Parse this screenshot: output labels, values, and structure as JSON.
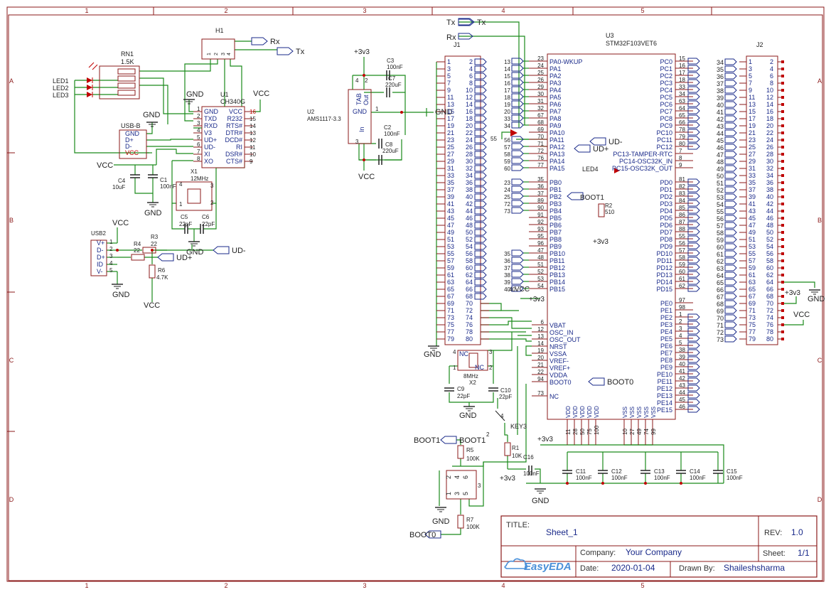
{
  "border": {
    "cols": [
      "1",
      "2",
      "3",
      "4",
      "5"
    ],
    "rows": [
      "A",
      "B",
      "C",
      "D"
    ]
  },
  "titleblock": {
    "title_label": "TITLE:",
    "title_value": "Sheet_1",
    "rev_label": "REV:",
    "rev_value": "1.0",
    "company_label": "Company:",
    "company_value": "Your Company",
    "sheet_label": "Sheet:",
    "sheet_value": "1/1",
    "date_label": "Date:",
    "date_value": "2020-01-04",
    "drawn_label": "Drawn By:",
    "drawn_value": "Shaileshsharma",
    "logo_text": "EasyEDA"
  },
  "components": {
    "h1": "H1",
    "rn1": "RN1",
    "rn1_val": "1.5K",
    "led1": "LED1",
    "led2": "LED2",
    "led3": "LED3",
    "u1": "U1",
    "u1_val": "CH340G",
    "usb_b": "USB-B",
    "usb2": "USB2",
    "x1": "X1",
    "x1_val": "12MHz",
    "c4": "C4",
    "c4_val": "10uF",
    "c1": "C1",
    "c1_val": "100nF",
    "c5": "C5",
    "c5_val": "22pF",
    "c6": "C6",
    "c6_val": "22pF",
    "r3": "R3",
    "r3_val": "22",
    "r4": "R4",
    "r4_val": "22",
    "r6": "R6",
    "r6_val": "4.7K",
    "u2": "U2",
    "u2_val": "AMS1117-3.3",
    "c3": "C3",
    "c3_val": "100nF",
    "c7": "C7",
    "c7_val": "220uF",
    "c2": "C2",
    "c2_val": "100nF",
    "c8": "C8",
    "c8_val": "220uF",
    "j1": "J1",
    "j2": "J2",
    "u3": "U3",
    "u3_val": "STM32F103VET6",
    "r2": "R2",
    "r2_val": "510",
    "x2": "X2",
    "x2_val": "8MHz",
    "c9": "C9",
    "c9_val": "22pF",
    "c10": "C10",
    "c10_val": "22pF",
    "key3": "KEY3",
    "r1": "R1",
    "r1_val": "10K",
    "c16": "C16",
    "c16_val": "100nF",
    "c11": "C11",
    "c12": "C12",
    "c13": "C13",
    "c14": "C14",
    "c15": "C15",
    "c_val": "100nF",
    "r5": "R5",
    "r5_val": "100K",
    "r7": "R7",
    "r7_val": "100K",
    "u4_tag": "3"
  },
  "nets": {
    "gnd": "GND",
    "vcc": "VCC",
    "v33": "+3v3",
    "rx": "Rx",
    "tx": "Tx",
    "udm": "UD-",
    "udp": "UD+",
    "boot0": "BOOT0",
    "boot1": "BOOT1",
    "vcc_cap": "VCC"
  },
  "ch340": {
    "left_pins": [
      {
        "n": "1",
        "name": "GND"
      },
      {
        "n": "2",
        "name": "TXD"
      },
      {
        "n": "3",
        "name": "RXD"
      },
      {
        "n": "4",
        "name": "V3"
      },
      {
        "n": "5",
        "name": "UD+"
      },
      {
        "n": "6",
        "name": "UD-"
      },
      {
        "n": "7",
        "name": "XI"
      },
      {
        "n": "8",
        "name": "XO"
      }
    ],
    "right_pins": [
      {
        "n": "16",
        "name": "VCC"
      },
      {
        "n": "15",
        "name": "R232"
      },
      {
        "n": "14",
        "name": "RTS#"
      },
      {
        "n": "13",
        "name": "DTR#"
      },
      {
        "n": "12",
        "name": "DCD#"
      },
      {
        "n": "11",
        "name": "RI"
      },
      {
        "n": "10",
        "name": "DSR#"
      },
      {
        "n": "9",
        "name": "CTS#"
      }
    ]
  },
  "usbb_pins": [
    "GND",
    "D+",
    "D-",
    "VCC"
  ],
  "usb2_pins": [
    {
      "n": "1",
      "name": "V+"
    },
    {
      "n": "2",
      "name": "D-"
    },
    {
      "n": "3",
      "name": "D+"
    },
    {
      "n": "4",
      "name": "ID"
    },
    {
      "n": "5",
      "name": "V-"
    }
  ],
  "ams1117": {
    "tab": "TAB",
    "out": "Out",
    "gnd": "GND",
    "in": "In",
    "p4": "4",
    "p2": "2",
    "p1": "1",
    "p3": "3"
  },
  "j1_rows": [
    [
      "1",
      "2"
    ],
    [
      "3",
      "4"
    ],
    [
      "5",
      "6"
    ],
    [
      "7",
      "8"
    ],
    [
      "9",
      "10"
    ],
    [
      "11",
      "12"
    ],
    [
      "13",
      "14"
    ],
    [
      "15",
      "16"
    ],
    [
      "17",
      "18"
    ],
    [
      "19",
      "20"
    ],
    [
      "21",
      "22"
    ],
    [
      "23",
      "24"
    ],
    [
      "25",
      "26"
    ],
    [
      "27",
      "28"
    ],
    [
      "29",
      "30"
    ],
    [
      "31",
      "32"
    ],
    [
      "33",
      "34"
    ],
    [
      "35",
      "36"
    ],
    [
      "37",
      "38"
    ],
    [
      "39",
      "40"
    ],
    [
      "41",
      "42"
    ],
    [
      "43",
      "44"
    ],
    [
      "45",
      "46"
    ],
    [
      "47",
      "48"
    ],
    [
      "49",
      "50"
    ],
    [
      "51",
      "52"
    ],
    [
      "53",
      "54"
    ],
    [
      "55",
      "56"
    ],
    [
      "57",
      "58"
    ],
    [
      "59",
      "60"
    ],
    [
      "61",
      "62"
    ],
    [
      "63",
      "64"
    ],
    [
      "65",
      "66"
    ],
    [
      "67",
      "68"
    ],
    [
      "69",
      "70"
    ],
    [
      "71",
      "72"
    ],
    [
      "73",
      "74"
    ],
    [
      "75",
      "76"
    ],
    [
      "77",
      "78"
    ],
    [
      "79",
      "80"
    ]
  ],
  "stm_left": [
    {
      "ext": "13",
      "pin": "23",
      "name": "PA0-WKUP"
    },
    {
      "ext": "14",
      "pin": "24",
      "name": "PA1"
    },
    {
      "ext": "15",
      "pin": "25",
      "name": "PA2"
    },
    {
      "ext": "16",
      "pin": "26",
      "name": "PA3"
    },
    {
      "ext": "17",
      "pin": "29",
      "name": "PA4"
    },
    {
      "ext": "18",
      "pin": "30",
      "name": "PA5"
    },
    {
      "ext": "19",
      "pin": "31",
      "name": "PA6"
    },
    {
      "ext": "20",
      "pin": "32",
      "name": "PA7"
    },
    {
      "ext": "33",
      "pin": "67",
      "name": "PA8"
    },
    {
      "ext": "34",
      "pin": "68",
      "name": "PA9"
    },
    {
      "ext": "",
      "pin": "69",
      "name": "PA10"
    },
    {
      "ext": "56",
      "pin": "70",
      "name": "PA11"
    },
    {
      "ext": "57",
      "pin": "71",
      "name": "PA12"
    },
    {
      "ext": "58",
      "pin": "72",
      "name": "PA13"
    },
    {
      "ext": "59",
      "pin": "76",
      "name": "PA14"
    },
    {
      "ext": "60",
      "pin": "77",
      "name": "PA15"
    },
    {
      "ext": "23",
      "pin": "35",
      "name": "PB0"
    },
    {
      "ext": "24",
      "pin": "36",
      "name": "PB1"
    },
    {
      "ext": "25",
      "pin": "37",
      "name": "PB2"
    },
    {
      "ext": "72",
      "pin": "89",
      "name": "PB3"
    },
    {
      "ext": "73",
      "pin": "90",
      "name": "PB4"
    },
    {
      "ext": "",
      "pin": "91",
      "name": "PB5"
    },
    {
      "ext": "",
      "pin": "92",
      "name": "PB6"
    },
    {
      "ext": "",
      "pin": "93",
      "name": "PB7"
    },
    {
      "ext": "",
      "pin": "95",
      "name": "PB8"
    },
    {
      "ext": "",
      "pin": "96",
      "name": "PB9"
    },
    {
      "ext": "35",
      "pin": "47",
      "name": "PB10"
    },
    {
      "ext": "36",
      "pin": "48",
      "name": "PB11"
    },
    {
      "ext": "37",
      "pin": "51",
      "name": "PB12"
    },
    {
      "ext": "38",
      "pin": "52",
      "name": "PB13"
    },
    {
      "ext": "39",
      "pin": "53",
      "name": "PB14"
    },
    {
      "ext": "40",
      "pin": "54",
      "name": "PB15"
    }
  ],
  "stm_left2": [
    {
      "pin": "6",
      "name": "VBAT"
    },
    {
      "pin": "12",
      "name": "OSC_IN"
    },
    {
      "pin": "13",
      "name": "OSC_OUT"
    },
    {
      "pin": "14",
      "name": "NRST"
    },
    {
      "pin": "19",
      "name": "VSSA"
    },
    {
      "pin": "20",
      "name": "VREF-"
    },
    {
      "pin": "21",
      "name": "VREF+"
    },
    {
      "pin": "22",
      "name": "VDDA"
    },
    {
      "pin": "94",
      "name": "BOOT0"
    },
    {
      "pin": "73",
      "name": "NC"
    }
  ],
  "stm_right": [
    {
      "pin": "15",
      "name": "PC0"
    },
    {
      "pin": "16",
      "name": "PC1"
    },
    {
      "pin": "17",
      "name": "PC2"
    },
    {
      "pin": "18",
      "name": "PC3"
    },
    {
      "pin": "33",
      "name": "PC4"
    },
    {
      "pin": "34",
      "name": "PC5"
    },
    {
      "pin": "63",
      "name": "PC6"
    },
    {
      "pin": "64",
      "name": "PC7"
    },
    {
      "pin": "65",
      "name": "PC8"
    },
    {
      "pin": "66",
      "name": "PC9"
    },
    {
      "pin": "78",
      "name": "PC10"
    },
    {
      "pin": "79",
      "name": "PC11"
    },
    {
      "pin": "80",
      "name": "PC12"
    },
    {
      "pin": "7",
      "name": "PC13-TAMPER-RTC"
    },
    {
      "pin": "8",
      "name": "PC14-OSC32K_IN"
    },
    {
      "pin": "9",
      "name": "PC15-OSC32K_OUT"
    },
    {
      "pin": "81",
      "name": "PD0"
    },
    {
      "pin": "82",
      "name": "PD1"
    },
    {
      "pin": "83",
      "name": "PD2"
    },
    {
      "pin": "84",
      "name": "PD3"
    },
    {
      "pin": "85",
      "name": "PD4"
    },
    {
      "pin": "86",
      "name": "PD5"
    },
    {
      "pin": "87",
      "name": "PD6"
    },
    {
      "pin": "88",
      "name": "PD7"
    },
    {
      "pin": "55",
      "name": "PD8"
    },
    {
      "pin": "56",
      "name": "PD9"
    },
    {
      "pin": "57",
      "name": "PD10"
    },
    {
      "pin": "58",
      "name": "PD11"
    },
    {
      "pin": "59",
      "name": "PD12"
    },
    {
      "pin": "60",
      "name": "PD13"
    },
    {
      "pin": "61",
      "name": "PD14"
    },
    {
      "pin": "62",
      "name": "PD15"
    },
    {
      "pin": "97",
      "name": "PE0"
    },
    {
      "pin": "98",
      "name": "PE1"
    },
    {
      "pin": "1",
      "name": "PE2"
    },
    {
      "pin": "2",
      "name": "PE3"
    },
    {
      "pin": "3",
      "name": "PE4"
    },
    {
      "pin": "4",
      "name": "PE5"
    },
    {
      "pin": "5",
      "name": "PE6"
    },
    {
      "pin": "38",
      "name": "PE7"
    },
    {
      "pin": "39",
      "name": "PE8"
    },
    {
      "pin": "40",
      "name": "PE9"
    },
    {
      "pin": "41",
      "name": "PE10"
    },
    {
      "pin": "42",
      "name": "PE11"
    },
    {
      "pin": "43",
      "name": "PE12"
    },
    {
      "pin": "44",
      "name": "PE13"
    },
    {
      "pin": "45",
      "name": "PE14"
    },
    {
      "pin": "46",
      "name": "PE15"
    }
  ],
  "stm_bottom": {
    "vdd": [
      {
        "pin": "11",
        "name": "VDD"
      },
      {
        "pin": "28",
        "name": "VDD"
      },
      {
        "pin": "50",
        "name": "VDD"
      },
      {
        "pin": "75",
        "name": "VDD"
      },
      {
        "pin": "100",
        "name": "VDD"
      }
    ],
    "vss": [
      {
        "pin": "10",
        "name": "VSS"
      },
      {
        "pin": "27",
        "name": "VSS"
      },
      {
        "pin": "49",
        "name": "VSS"
      },
      {
        "pin": "74",
        "name": "VSS"
      },
      {
        "pin": "99",
        "name": "VSS"
      }
    ]
  },
  "j2_rows": [
    [
      "1",
      "2"
    ],
    [
      "3",
      "4"
    ],
    [
      "5",
      "6"
    ],
    [
      "7",
      "8"
    ],
    [
      "9",
      "10"
    ],
    [
      "11",
      "12"
    ],
    [
      "13",
      "14"
    ],
    [
      "15",
      "16"
    ],
    [
      "17",
      "18"
    ],
    [
      "19",
      "20"
    ],
    [
      "21",
      "22"
    ],
    [
      "23",
      "24"
    ],
    [
      "25",
      "26"
    ],
    [
      "27",
      "28"
    ],
    [
      "29",
      "30"
    ],
    [
      "31",
      "32"
    ],
    [
      "33",
      "34"
    ],
    [
      "35",
      "36"
    ],
    [
      "37",
      "38"
    ],
    [
      "39",
      "40"
    ],
    [
      "41",
      "42"
    ],
    [
      "43",
      "44"
    ],
    [
      "45",
      "46"
    ],
    [
      "47",
      "48"
    ],
    [
      "49",
      "50"
    ],
    [
      "51",
      "52"
    ],
    [
      "53",
      "54"
    ],
    [
      "55",
      "56"
    ],
    [
      "57",
      "58"
    ],
    [
      "59",
      "60"
    ],
    [
      "61",
      "62"
    ],
    [
      "63",
      "64"
    ],
    [
      "65",
      "66"
    ],
    [
      "67",
      "68"
    ],
    [
      "69",
      "70"
    ],
    [
      "71",
      "72"
    ],
    [
      "73",
      "74"
    ],
    [
      "75",
      "76"
    ],
    [
      "77",
      "78"
    ],
    [
      "79",
      "80"
    ]
  ],
  "j2_left_ext": [
    "34",
    "35",
    "36",
    "37",
    "38",
    "39",
    "40",
    "41",
    "42",
    "43",
    "44",
    "45",
    "46",
    "47",
    "48",
    "49",
    "50",
    "51",
    "52",
    "53",
    "54",
    "55",
    "56",
    "57",
    "58",
    "59",
    "60",
    "61",
    "62",
    "63",
    "64",
    "65",
    "66",
    "67",
    "68",
    "69",
    "70",
    "71",
    "72",
    "73"
  ]
}
